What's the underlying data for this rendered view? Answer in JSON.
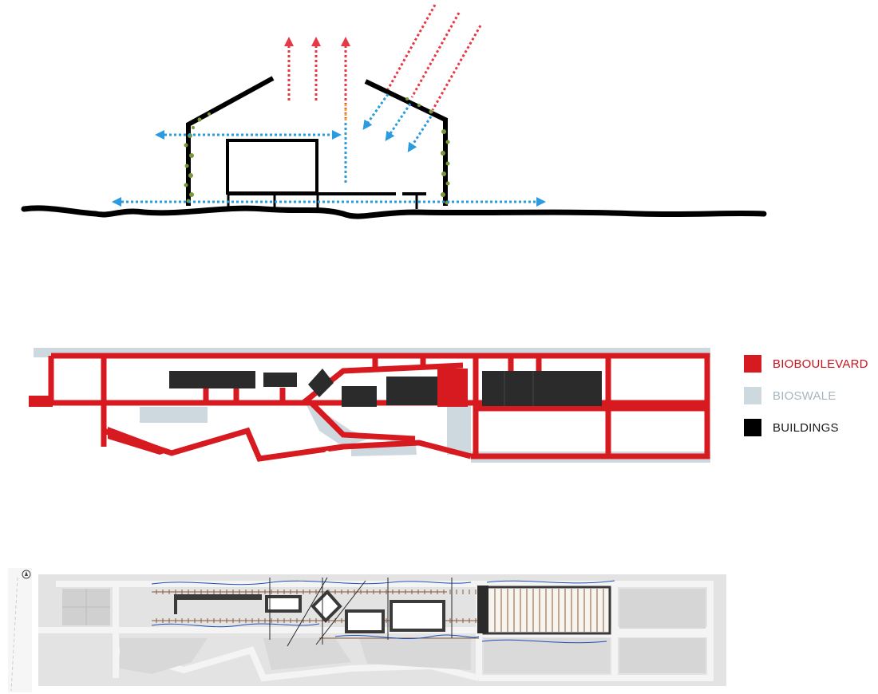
{
  "legend": {
    "items": [
      {
        "key": "bioboulevard",
        "label": "BIOBOULEVARD",
        "color": "#d71920",
        "text_color": "#c8141c"
      },
      {
        "key": "bioswale",
        "label": "BIOSWALE",
        "color": "#cdd9de",
        "text_color": "#a7b6bd"
      },
      {
        "key": "buildings",
        "label": "BUILDINGS",
        "color": "#000000",
        "text_color": "#1a1a1a"
      }
    ]
  },
  "colors": {
    "red_arrow": "#e63946",
    "blue_arrow": "#2b9be0",
    "orange_accent": "#f0a030",
    "vegetation": "#7a9a3a",
    "building_dark": "#2b2b2b",
    "site_gray": "#e3e3e3",
    "path_light": "#f4f4f4",
    "track_brown": "#8a5a3a",
    "water_blue": "#1f4fb5"
  },
  "icons": {
    "north_arrow": "north-arrow-icon"
  }
}
